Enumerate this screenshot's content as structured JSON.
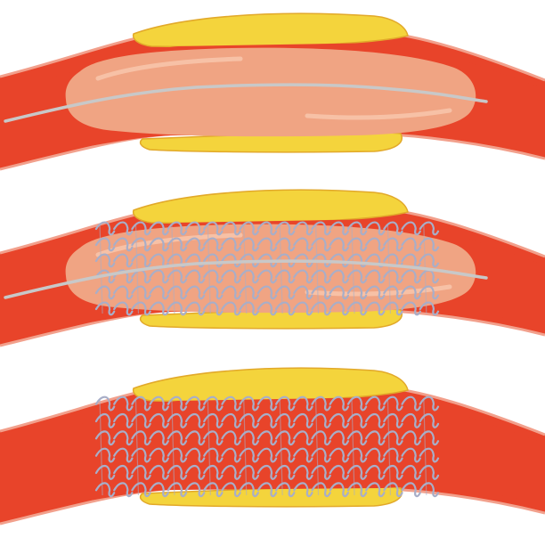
{
  "figure": {
    "panels": [
      {
        "id": "balloon-inflated",
        "has_balloon": true,
        "has_stent": false,
        "has_guidewire": true
      },
      {
        "id": "stent-on-balloon",
        "has_balloon": true,
        "has_stent": true,
        "has_guidewire": true
      },
      {
        "id": "stent-deployed",
        "has_balloon": false,
        "has_stent": true,
        "has_guidewire": false
      }
    ],
    "colors": {
      "background": "#ffffff",
      "vessel_wall": "#e8442a",
      "vessel_outline": "#f2a08c",
      "plaque": "#f4d43c",
      "plaque_outline": "#e2a92a",
      "balloon": "#f0a483",
      "balloon_highlight": "#f8c7ad",
      "guidewire": "#c8c8c8",
      "stent": "#a8aec8"
    }
  }
}
